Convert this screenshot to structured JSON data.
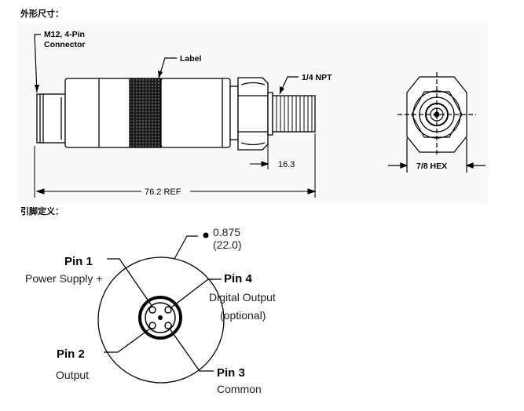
{
  "sections": {
    "dimensions_heading": "外形尺寸：",
    "pinout_heading": "引脚定义："
  },
  "drawing": {
    "connector_label_line1": "M12, 4-Pin",
    "connector_label_line2": "Connector",
    "label_callout": "Label",
    "thread_label": "1/4 NPT",
    "dim_thread_length": "16.3",
    "dim_overall_length": "76.2 REF",
    "hex_size": "7/8 HEX"
  },
  "pinout": {
    "diameter_in": "0.875",
    "diameter_mm": "(22.0)",
    "pins": [
      {
        "name": "Pin 1",
        "function": "Power Supply +"
      },
      {
        "name": "Pin 2",
        "function": "Output"
      },
      {
        "name": "Pin 3",
        "function": "Common"
      },
      {
        "name": "Pin 4",
        "function": "Digital Output",
        "note": "(optional)"
      }
    ]
  }
}
